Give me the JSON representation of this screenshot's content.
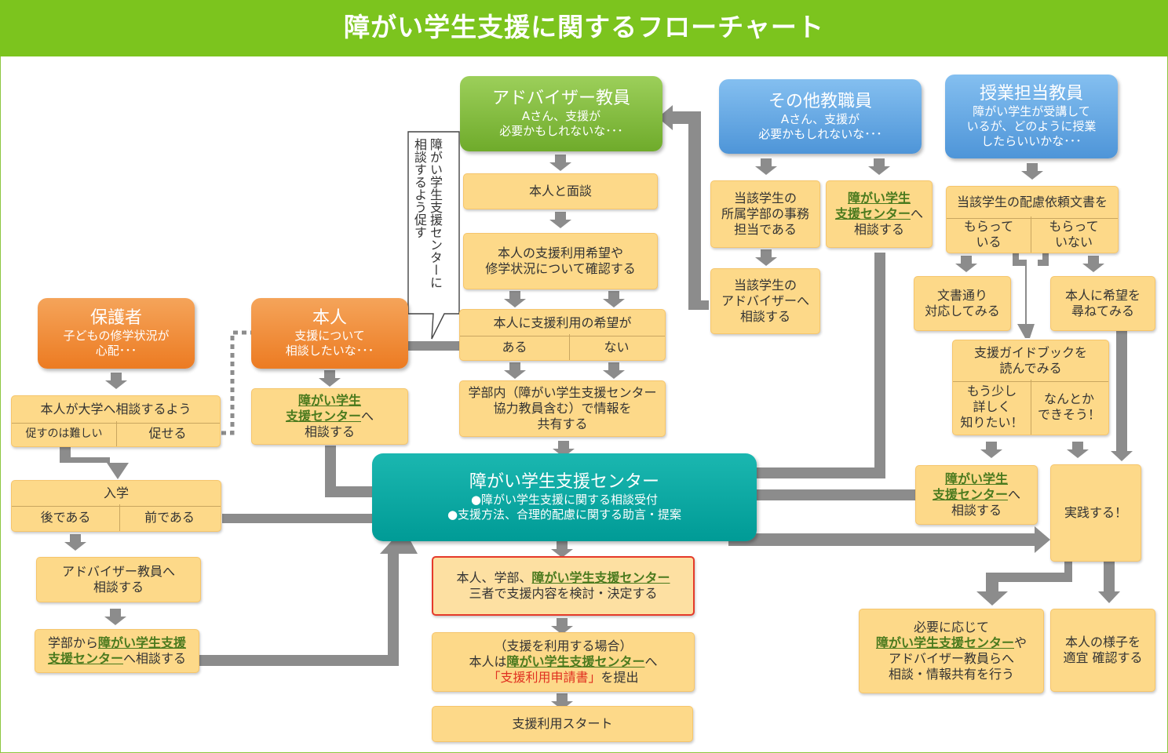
{
  "title": "障がい学生支援に関するフローチャート",
  "actors": {
    "adviser": {
      "title": "アドバイザー教員",
      "line1": "Aさん、支援が",
      "line2": "必要かもしれないな･･･"
    },
    "other_staff": {
      "title": "その他教職員",
      "line1": "Aさん、支援が",
      "line2": "必要かもしれないな･･･"
    },
    "lecturer": {
      "title": "授業担当教員",
      "line1": "障がい学生が受講して",
      "line2": "いるが、どのように授業",
      "line3": "したらいいかな･･･"
    },
    "guardian": {
      "title": "保護者",
      "line1": "子どもの修学状況が",
      "line2": "心配･･･"
    },
    "student": {
      "title": "本人",
      "line1": "支援について",
      "line2": "相談したいな･･･"
    },
    "center": {
      "title": "障がい学生支援センター",
      "line1": "●障がい学生支援に関する相談受付",
      "line2": "●支援方法、合理的配慮に関する助言・提案"
    }
  },
  "callout": {
    "col1": "障がい学生支援センターに",
    "col2": "相談するよう促す"
  },
  "adviser_flow": {
    "interview": "本人と面談",
    "confirm_1": "本人の支援利用希望や",
    "confirm_2": "修学状況について確認する",
    "hope_question": "本人に支援利用の希望が",
    "hope_yes": "ある",
    "hope_no": "ない",
    "share_1": "学部内（障がい学生支援センター",
    "share_2": "協力教員含む）で情報を",
    "share_3": "共有する"
  },
  "center_link": "障がい学生支援センター",
  "center_link_a": "障がい学生",
  "center_link_b": "支援センター",
  "consult_suffix": "へ",
  "consult": "相談する",
  "staff_flow": {
    "office_1": "当該学生の",
    "office_2": "所属学部の事務",
    "office_3": "担当である",
    "to_adviser_1": "当該学生の",
    "to_adviser_2": "アドバイザーへ",
    "to_adviser_3": "相談する"
  },
  "lecturer_flow": {
    "doc_question": "当該学生の配慮依頼文書を",
    "doc_yes_1": "もらって",
    "doc_yes_2": "いる",
    "doc_no_1": "もらって",
    "doc_no_2": "いない",
    "follow_doc_1": "文書通り",
    "follow_doc_2": "対応してみる",
    "ask_student_1": "本人に希望を",
    "ask_student_2": "尋ねてみる",
    "guide_q_1": "支援ガイドブックを",
    "guide_q_2": "読んでみる",
    "guide_more_1": "もう少し",
    "guide_more_2": "詳しく",
    "guide_more_3": "知りたい！",
    "guide_ok_1": "なんとか",
    "guide_ok_2": "できそう！",
    "practice": "実践する！",
    "as_needed_1": "必要に応じて",
    "as_needed_2": "や",
    "as_needed_3": "アドバイザー教員らへ",
    "as_needed_4": "相談・情報共有を行う",
    "watch_1": "本人の様子を",
    "watch_2": "適宜 確認する"
  },
  "guardian_flow": {
    "encourage_q": "本人が大学へ相談するよう",
    "encourage_hard": "促すのは難しい",
    "encourage_ok": "促せる",
    "enroll": "入学",
    "enroll_after": "後である",
    "enroll_before": "前である",
    "to_adviser_1": "アドバイザー教員へ",
    "to_adviser_2": "相談する",
    "from_faculty_1": "学部から",
    "from_faculty_2": "支援センター",
    "from_faculty_3": "へ相談する",
    "link_head": "障がい学生支援"
  },
  "decision": {
    "line1_prefix": "本人、学部、",
    "line2": "三者で支援内容を検討・決定する"
  },
  "apply": {
    "line1": "（支援を利用する場合）",
    "line2_prefix": "本人は",
    "line3": "「支援利用申請書」",
    "line3_suffix": "を提出"
  },
  "start": "支援利用スタート"
}
